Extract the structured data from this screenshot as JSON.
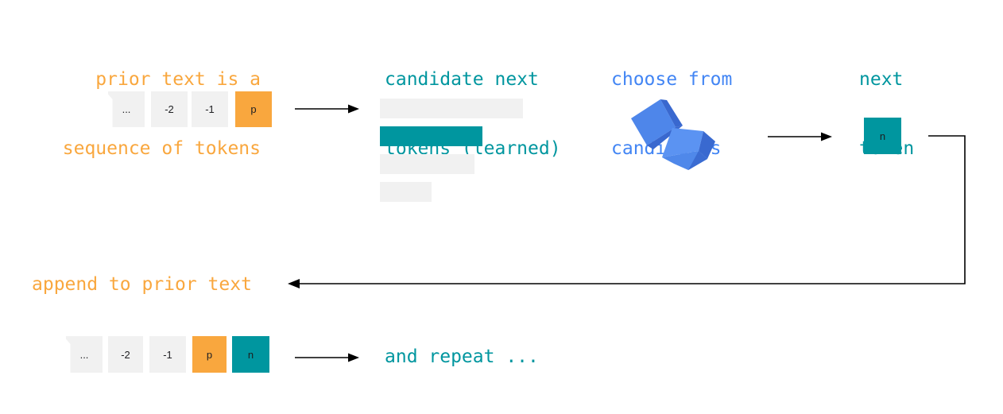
{
  "headings": {
    "prior_text_line1": "prior text is a",
    "prior_text_line2": "sequence of tokens",
    "candidates_line1": "candidate next",
    "candidates_line2": "tokens (learned)",
    "choose_line1": "choose from",
    "choose_line2": "candidates",
    "next_token_line1": "next",
    "next_token_line2": "token",
    "append": "append to prior text",
    "repeat": "and repeat ..."
  },
  "tokens_top": [
    "...",
    "-2",
    "-1",
    "p"
  ],
  "tokens_bottom": [
    "...",
    "-2",
    "-1",
    "p",
    "n"
  ],
  "next_token": "n",
  "candidate_bars": {
    "count": 4,
    "chosen_index": 1
  },
  "colors": {
    "orange": "#f9a73e",
    "teal": "#00969f",
    "blue": "#4285f4",
    "token_gray": "#f1f1f1",
    "arrow": "#000000"
  },
  "icons": [
    "dice-icon",
    "arrow-right-icon",
    "arrow-left-icon"
  ]
}
